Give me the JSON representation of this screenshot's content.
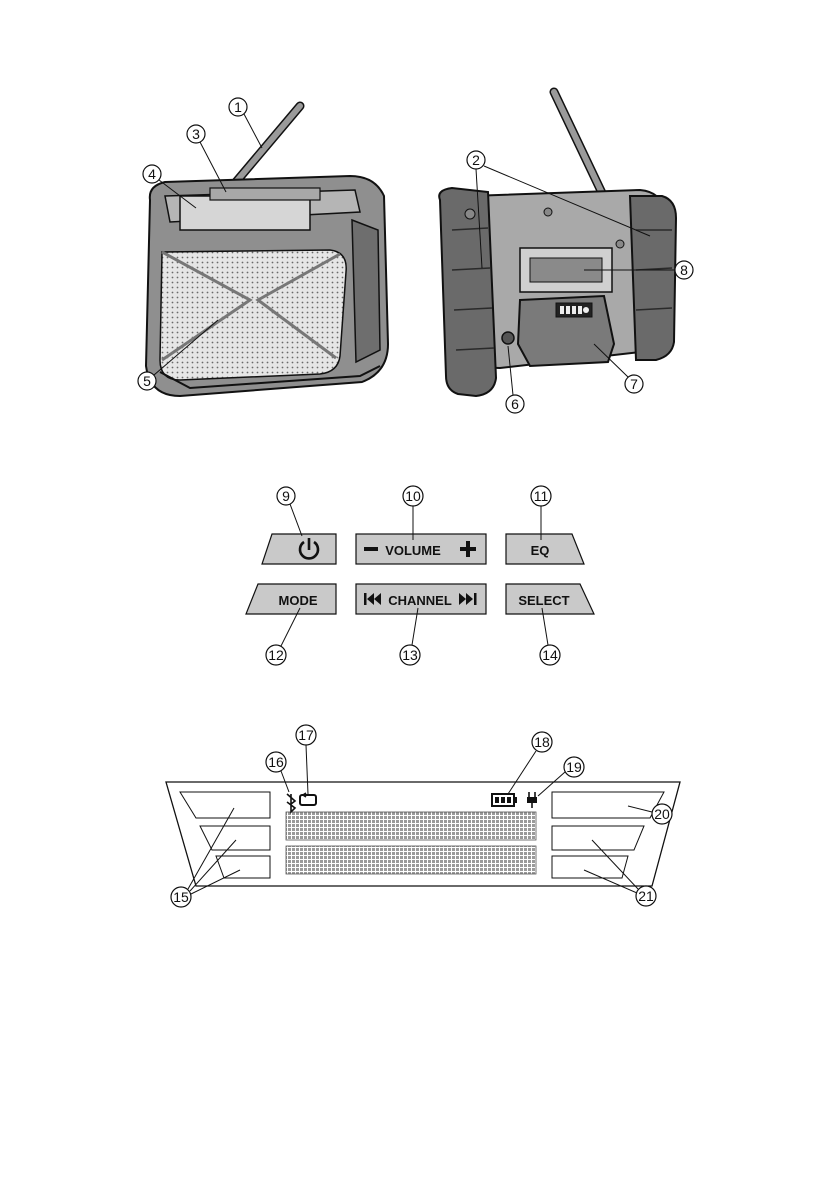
{
  "callouts": {
    "c1": "1",
    "c2": "2",
    "c3": "3",
    "c4": "4",
    "c5": "5",
    "c6": "6",
    "c7": "7",
    "c8": "8",
    "c9": "9",
    "c10": "10",
    "c11": "11",
    "c12": "12",
    "c13": "13",
    "c14": "14",
    "c15": "15",
    "c16": "16",
    "c17": "17",
    "c18": "18",
    "c19": "19",
    "c20": "20",
    "c21": "21"
  },
  "buttons": {
    "volume": "VOLUME",
    "eq": "EQ",
    "mode": "MODE",
    "channel": "CHANNEL",
    "select": "SELECT"
  },
  "icons": {
    "power": "power-icon",
    "minus": "minus-icon",
    "plus": "plus-icon",
    "prev": "skip-previous-icon",
    "next": "skip-next-icon",
    "bluetooth": "bluetooth-icon",
    "loop": "loop-icon",
    "battery": "battery-icon",
    "plug": "plug-icon"
  },
  "colors": {
    "button_fill": "#c9c9c9",
    "housing": "#9a9a9a",
    "housing_dark": "#5f5f5f",
    "line": "#111111"
  }
}
